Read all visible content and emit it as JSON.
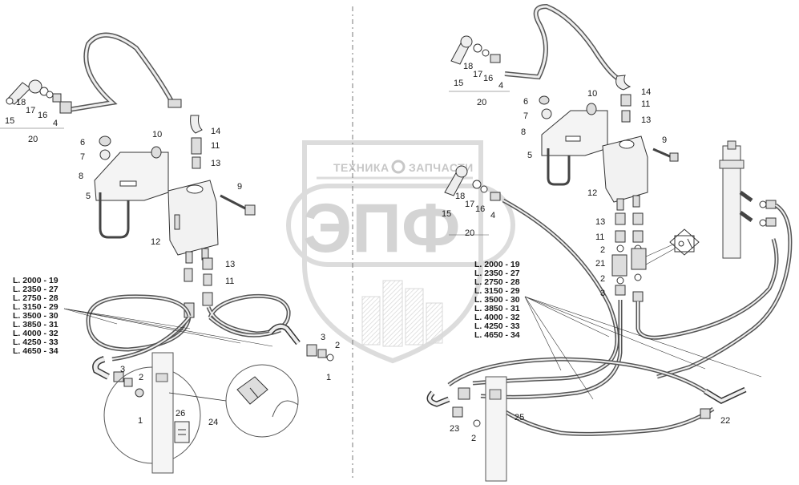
{
  "watermark": {
    "brand_top_left": "ТЕХНИКА",
    "brand_top_right": "ЗАПЧАСТИ",
    "brand_letters": "ЭПФ"
  },
  "left_assembly": {
    "part_labels": {
      "p15": "15",
      "p18": "18",
      "p17": "17",
      "p16": "16",
      "p4": "4",
      "p20": "20",
      "p6": "6",
      "p7": "7",
      "p8": "8",
      "p5": "5",
      "p10": "10",
      "p14": "14",
      "p11a": "11",
      "p13a": "13",
      "p9": "9",
      "p12": "12",
      "p13b": "13",
      "p11b": "11",
      "p3": "3",
      "p2a": "2",
      "p1a": "1",
      "p3b": "3",
      "p2b": "2",
      "p1b": "1",
      "p26": "26",
      "p24": "24"
    },
    "length_legend": [
      "L. 2000 - 19",
      "L. 2350 - 27",
      "L. 2750 - 28",
      "L. 3150 - 29",
      "L. 3500 - 30",
      "L. 3850 - 31",
      "L. 4000 - 32",
      "L. 4250 - 33",
      "L. 4650 - 34"
    ]
  },
  "right_assembly": {
    "part_labels": {
      "p15": "15",
      "p18": "18",
      "p17": "17",
      "p16": "16",
      "p4": "4",
      "p20": "20",
      "p10": "10",
      "p14": "14",
      "p11": "11",
      "p6": "6",
      "p7": "7",
      "p13": "13",
      "p8": "8",
      "p9": "9",
      "p5": "5",
      "p12": "12",
      "p18b": "18",
      "p17b": "17",
      "p16b": "16",
      "p4b": "4",
      "p15b": "15",
      "p20b": "20",
      "p13b": "13",
      "p11b": "11",
      "p2a": "2",
      "p21": "21",
      "p2b": "2",
      "p3": "3",
      "p25": "25",
      "p23": "23",
      "p2c": "2",
      "p22": "22"
    },
    "length_legend": [
      "L. 2000 - 19",
      "L. 2350 - 27",
      "L. 2750 - 28",
      "L. 3150 - 29",
      "L. 3500 - 30",
      "L. 3850 - 31",
      "L. 4000 - 32",
      "L. 4250 - 33",
      "L. 4650 - 34"
    ]
  }
}
